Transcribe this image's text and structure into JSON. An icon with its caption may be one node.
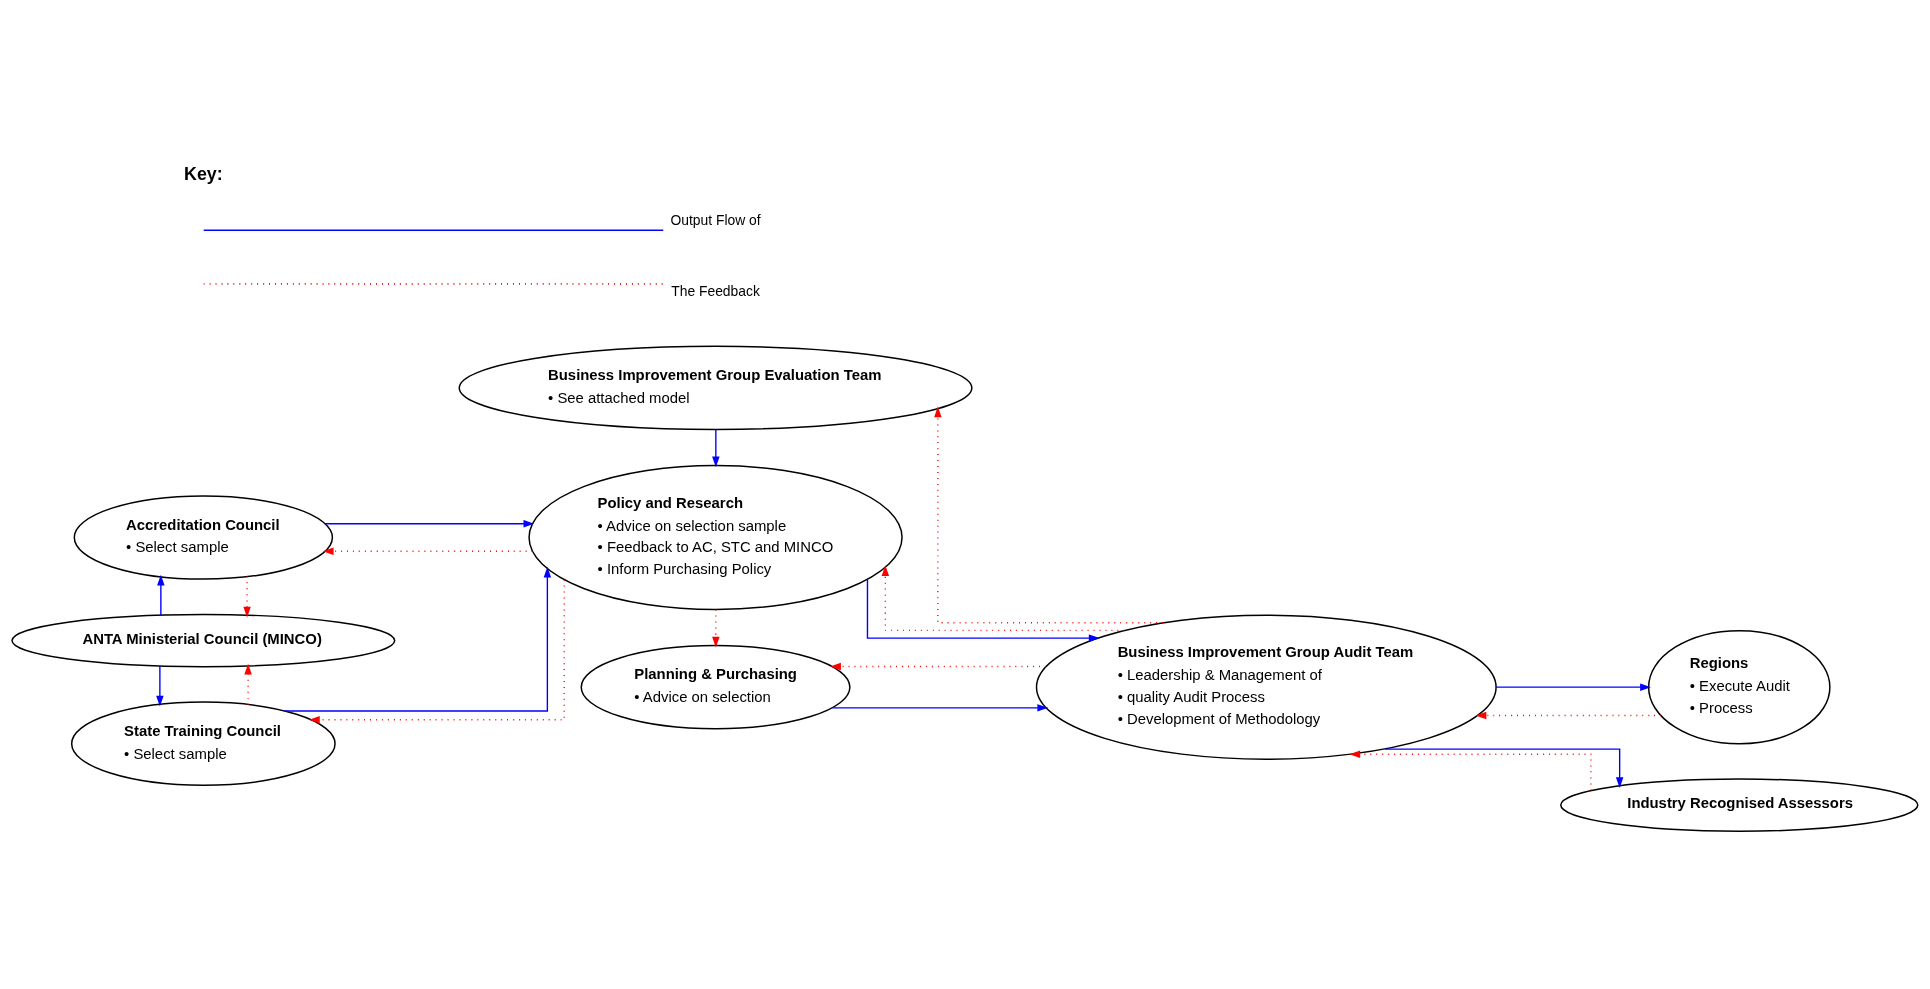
{
  "diagram": {
    "nodes": [
      {
        "text": [
          "ANTA Ministerial Council (MINCO)"
        ]
      },
      {
        "text": [
          "Planning & Purchasing",
          "• Advice on selection"
        ]
      },
      {
        "text": [
          "Regions",
          "• Execute Audit",
          "• Process"
        ]
      },
      {
        "text": [
          "Industry Recognised Assessors"
        ]
      },
      {
        "text": [
          "State Training Council",
          "• Select sample"
        ]
      },
      {
        "text": [
          "Policy and Research",
          "• Advice on selection sample",
          "• Feedback to AC, STC and MINCO",
          "• Inform Purchasing Policy"
        ]
      },
      {
        "text": [
          "Accreditation Council",
          "• Select sample"
        ]
      },
      {
        "text": [
          "Business Improvement Group Audit Team",
          "• Leadership & Management of",
          "• quality Audit Process",
          "• Development of Methodology"
        ]
      },
      {
        "text": [
          "Business Improvement Group Evaluation Team",
          "• See attached model"
        ]
      }
    ],
    "edges": [
      {
        "from": 0,
        "to": 6,
        "arrow": "to",
        "color": "#0000ff"
      },
      {
        "from": 0,
        "to": 4,
        "arrow": "to",
        "color": "#0000ff"
      },
      {
        "from": 6,
        "to": 0,
        "arrow": "to",
        "style": "dashed",
        "color": "#ff0000"
      },
      {
        "from": 4,
        "to": 0,
        "arrow": "to",
        "style": "dashed",
        "color": "#ff0000"
      },
      {
        "from": 4,
        "to": 5,
        "arrow": "to",
        "color": "#0000ff"
      },
      {
        "from": 5,
        "to": 4,
        "arrow": "to",
        "style": "dashed",
        "color": "#ff0000"
      },
      {
        "from": 6,
        "to": 5,
        "arrow": "to",
        "color": "#0000ff"
      },
      {
        "from": 5,
        "to": 6,
        "arrow": "to",
        "style": "dashed",
        "color": "#ff0000"
      },
      {
        "from": 5,
        "to": 1,
        "arrow": "to",
        "style": "dashed",
        "color": "#ff0000"
      },
      {
        "from": 1,
        "to": 7,
        "arrow": "to",
        "color": "#0000ff"
      },
      {
        "from": 7,
        "to": 1,
        "arrow": "to",
        "style": "dashed",
        "color": "#ff0000"
      },
      {
        "from": 5,
        "to": 7,
        "arrow": "to",
        "color": "#0000ff"
      },
      {
        "from": 7,
        "to": 5,
        "arrow": "to",
        "style": "dashed",
        "color": "#ff0000"
      },
      {
        "from": 7,
        "to": 2,
        "arrow": "to",
        "color": "#0000ff"
      },
      {
        "from": 7,
        "to": 3,
        "arrow": "to",
        "color": "#0000ff"
      },
      {
        "from": 2,
        "to": 7,
        "arrow": "to",
        "style": "dashed",
        "color": "#ff0000"
      },
      {
        "from": 3,
        "to": 7,
        "arrow": "to",
        "style": "dashed",
        "color": "#ff0000"
      },
      {
        "from": 8,
        "to": 5,
        "arrow": "to",
        "color": "#0000ff"
      },
      {
        "from": 7,
        "to": 8,
        "arrow": "to",
        "style": "dashed",
        "color": "#ff0000"
      }
    ],
    "labels": [
      "Key:"
    ],
    "legend": [
      {
        "text": "Output Flow of"
      },
      {
        "text": "The Feedback"
      }
    ]
  }
}
